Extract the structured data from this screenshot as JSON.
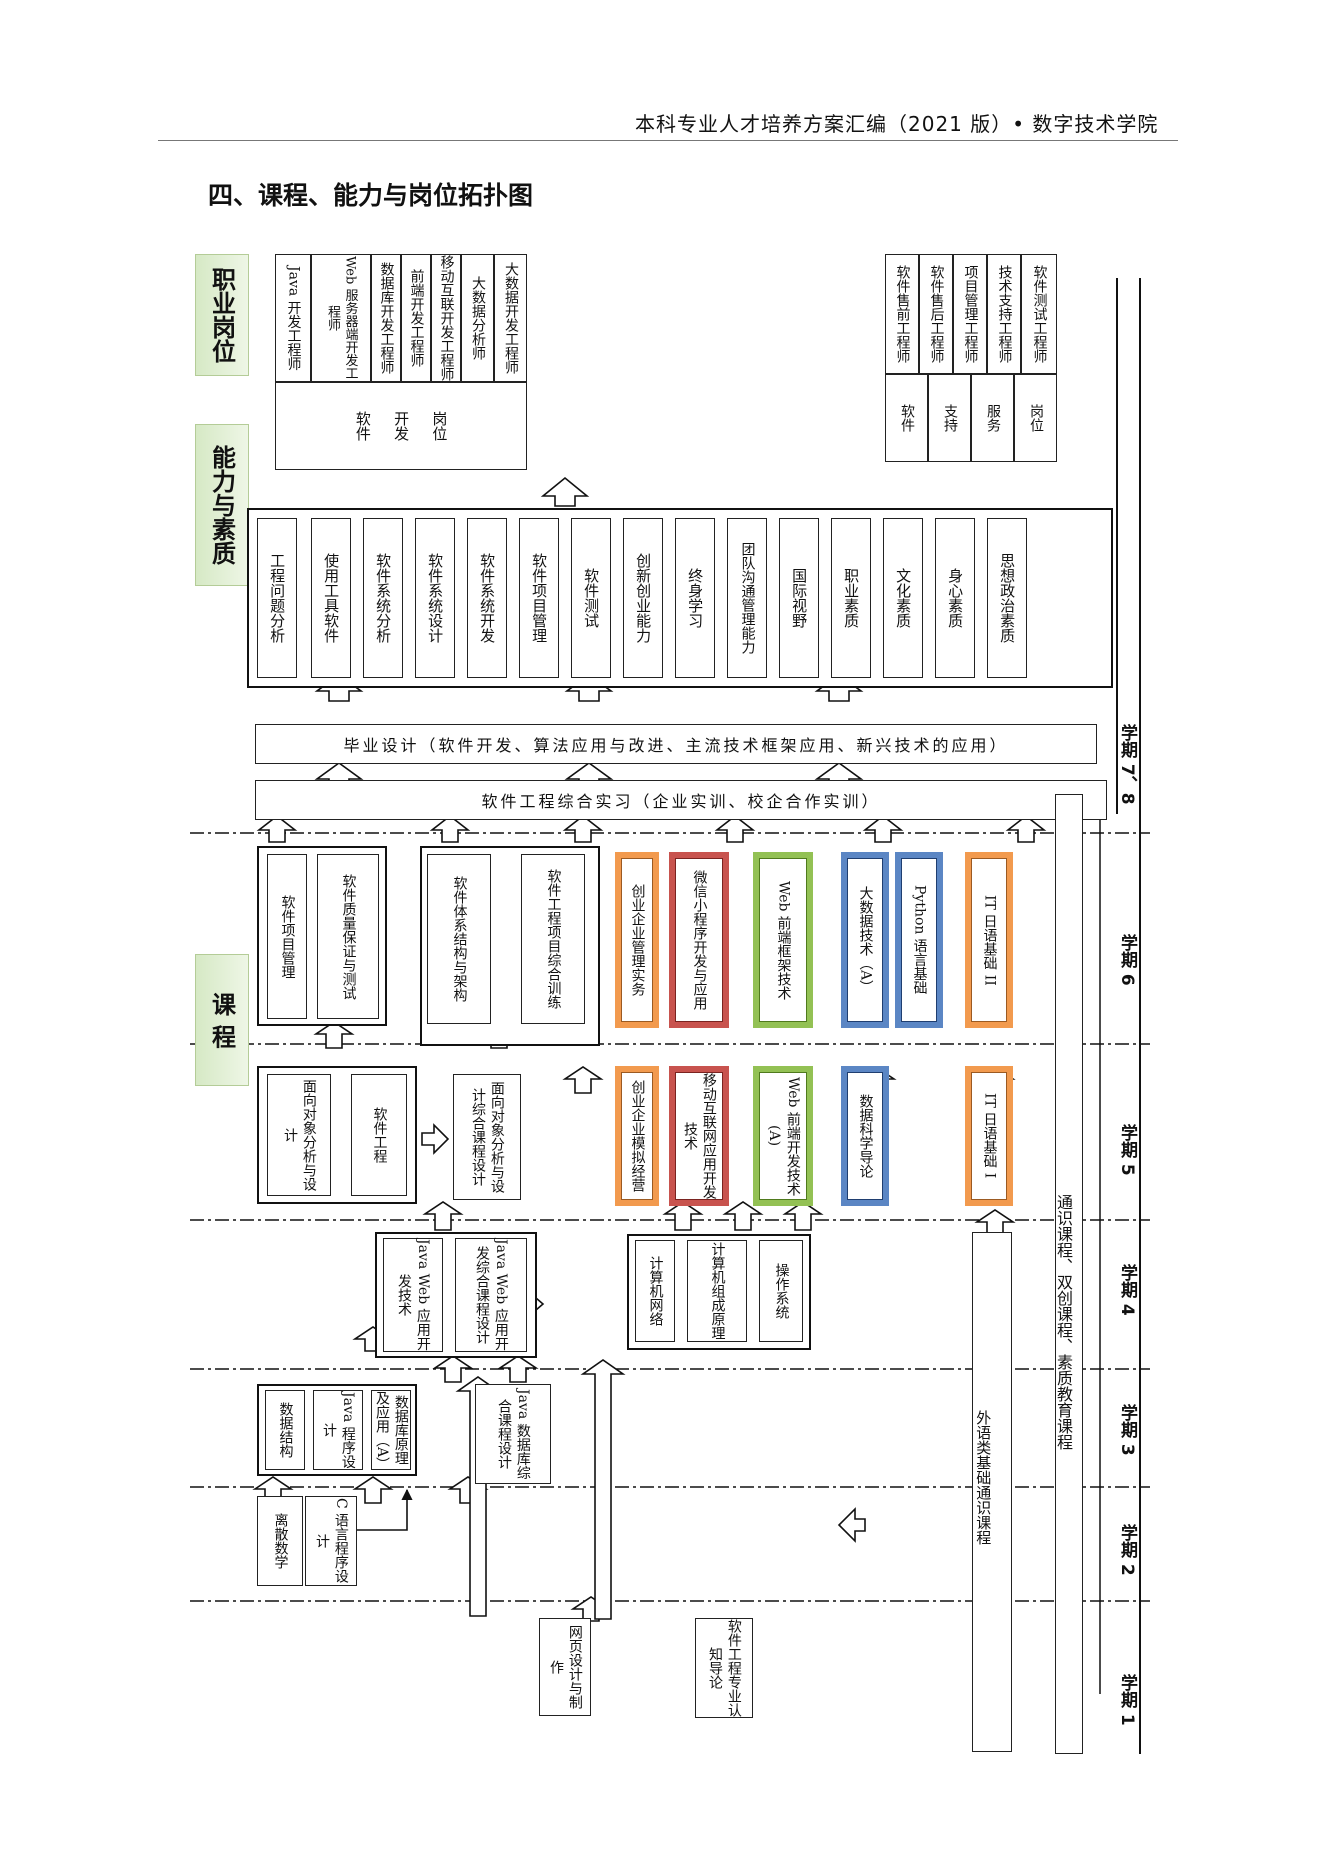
{
  "header": "本科专业人才培养方案汇编（2021 版）• 数字技术学院",
  "section_title": "四、课程、能力与岗位拓扑图",
  "headings": {
    "career": "职业岗位",
    "ability": "能力与素质",
    "course": "课 程"
  },
  "career_dev": {
    "group_label": "软件开发岗位",
    "label_parts": [
      "软件",
      "开发",
      "岗位"
    ],
    "items": [
      "Java 开发工程师",
      "Web 服务器端开发工程师",
      "数据库开发工程师",
      "前端开发工程师",
      "移动互联开发工程师",
      "大数据分析师",
      "大数据开发工程师"
    ]
  },
  "career_support": {
    "label_parts": [
      "软件",
      "支持",
      "服务",
      "岗位"
    ],
    "items": [
      "软件售前工程师",
      "软件售后工程师",
      "项目管理工程师",
      "技术支持工程师",
      "软件测试工程师"
    ]
  },
  "abilities": [
    "工程问题分析",
    "使用工具软件",
    "软件系统分析",
    "软件系统设计",
    "软件系统开发",
    "软件项目管理",
    "软件测试",
    "创新创业能力",
    "终身学习",
    "团队沟通管理能力",
    "国际视野",
    "职业素质",
    "文化素质",
    "身心素质",
    "思想政治素质"
  ],
  "bar_graduation": "毕业设计（软件开发、算法应用与改进、主流技术框架应用、新兴技术的应用）",
  "bar_internship": "软件工程综合实习（企业实训、校企合作实训）",
  "sem6": {
    "g1": [
      "软件项目管理",
      "软件质量保证与测试"
    ],
    "g2": [
      "软件体系结构与架构",
      "软件工程项目综合训练"
    ],
    "colored": [
      "创业企业管理实务",
      "微信小程序开发与应用",
      "Web 前端框架技术",
      "大数据技术（A）",
      "Python 语言基础",
      "IT 日语基础 II"
    ]
  },
  "sem5": {
    "g1": [
      "面向对象分析与设计",
      "软件工程"
    ],
    "design": "面向对象分析与设计综合课程设计",
    "colored": [
      "创业企业模拟经营",
      "移动互联网应用开发技术",
      "Web 前端开发技术(A)",
      "数据科学导论",
      "IT 日语基础 I"
    ]
  },
  "sem4": {
    "g1": [
      "Java Web 应用开发技术",
      "Java Web 应用开发综合课程设计"
    ],
    "g2": [
      "计算机网络",
      "计算机组成原理",
      "操作系统"
    ]
  },
  "sem3": {
    "g1": [
      "数据结构",
      "Java 程序设计",
      "数据库原理及应用（A）"
    ],
    "design": "Java 数据库综合课程设计"
  },
  "sem2": [
    "离散数学",
    "C 语言程序设计"
  ],
  "sem1": [
    "网页设计与制作",
    "软件工程专业认知导论"
  ],
  "foreign_lang": "外语类基础通识课程",
  "general_ed": "通识课程、双创课程、素质教育课程",
  "terms": [
    "学期 1",
    "学期 2",
    "学期 3",
    "学期 4",
    "学期 5",
    "学期 6",
    "学期 7、8"
  ]
}
